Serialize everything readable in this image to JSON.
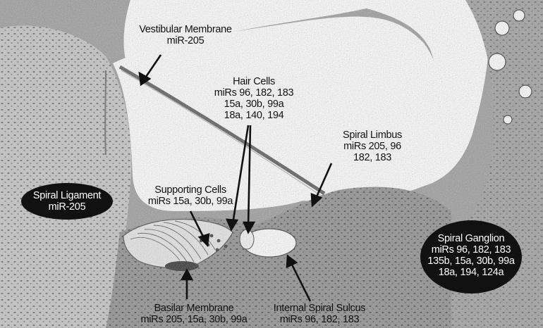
{
  "image": {
    "description_labels": {
      "vestibular_membrane": {
        "name": "Vestibular Membrane",
        "mirs": "miR-205"
      },
      "hair_cells": {
        "name": "Hair Cells",
        "lines": [
          "miRs 96, 182, 183",
          "15a, 30b, 99a",
          "18a, 140, 194"
        ]
      },
      "spiral_limbus": {
        "name": "Spiral Limbus",
        "lines": [
          "miRs 205, 96",
          "182, 183"
        ]
      },
      "spiral_ligament": {
        "name": "Spiral Ligament",
        "mirs": "miR-205"
      },
      "supporting_cells": {
        "name": "Supporting Cells",
        "mirs": "miRs 15a, 30b, 99a"
      },
      "spiral_ganglion": {
        "name": "Spiral Ganglion",
        "lines": [
          "miRs 96, 182, 183",
          "135b, 15a, 30b, 99a",
          "18a, 194, 124a"
        ]
      },
      "basilar_membrane": {
        "name": "Basilar Membrane",
        "mirs": "miRs 205, 15a, 30b, 99a"
      },
      "internal_spiral_sulcus": {
        "name": "Internal Spiral Sulcus",
        "mirs": "miRs 96, 182, 183"
      }
    },
    "colors": {
      "tissue_light": "#c8c8c8",
      "tissue_dark": "#6e6e6e",
      "lumen": "#ffffff",
      "label_oval": "#111111",
      "arrow": "#111111"
    }
  }
}
